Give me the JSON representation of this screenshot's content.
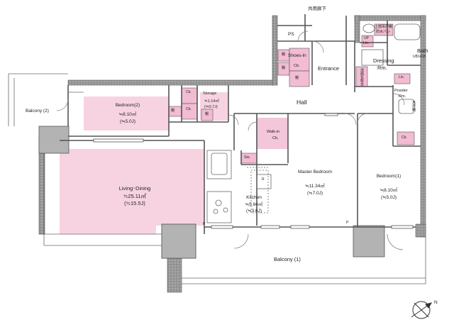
{
  "corridor": "共用廊下",
  "rooms": {
    "ps": "PS",
    "entrance": "Entrance",
    "shoes_in": "Shoes-in",
    "shoes_cb": "Cb.",
    "dressing_a": "Dressing",
    "dressing_b": "Rm.",
    "bath": "Bath",
    "bath_spec": "UB1418",
    "hall": "Hall",
    "storage": "Storage",
    "storage_area": "≒1.14㎡",
    "storage_tatami": "(≒0.7J)",
    "bedroom2": "Bedroom(2)",
    "bedroom2_area": "≒8.10㎡",
    "bedroom2_tatami": "(≒5.0J)",
    "balcony2": "Balcony (2)",
    "living": "Living･Dining",
    "living_area": "≒25.11㎡",
    "living_tatami": "(≒15.5J)",
    "walkin_a": "Walk-in",
    "walkin_b": "Cb.",
    "sto": "Sto.",
    "kitchen": "Kitchen",
    "kitchen_area": "≒5.84㎡",
    "kitchen_tatami": "(≒3.6J)",
    "master": "Master Bedroom",
    "master_area": "≒11.34㎡",
    "master_tatami": "(≒7.0J)",
    "bedroom1": "Bedroom(1)",
    "bedroom1_area": "≒8.10㎡",
    "bedroom1_tatami": "(≒5.0J)",
    "powder_a": "Powder",
    "powder_b": "Rm.",
    "balcony1": "Balcony (1)"
  },
  "small_labels": {
    "cb": "Cb.",
    "lin": "Lin.",
    "shelf": "棚",
    "upper_lin_a": "UP",
    "upper_lin_b": "Lin.",
    "washer_a": "上部吊戸棚",
    "washer_b": "防水パン",
    "wash_basin": "洗面化粧台",
    "toilet_shelf": "吊戸棚",
    "p": "P",
    "r": "R"
  },
  "compass": {
    "north": "N"
  },
  "colors": {
    "wall": "#8c8c8c",
    "pink": "#f7cfe0",
    "pink_dark": "#e8a9c6",
    "column": "#b3b3b3",
    "line": "#555555"
  }
}
